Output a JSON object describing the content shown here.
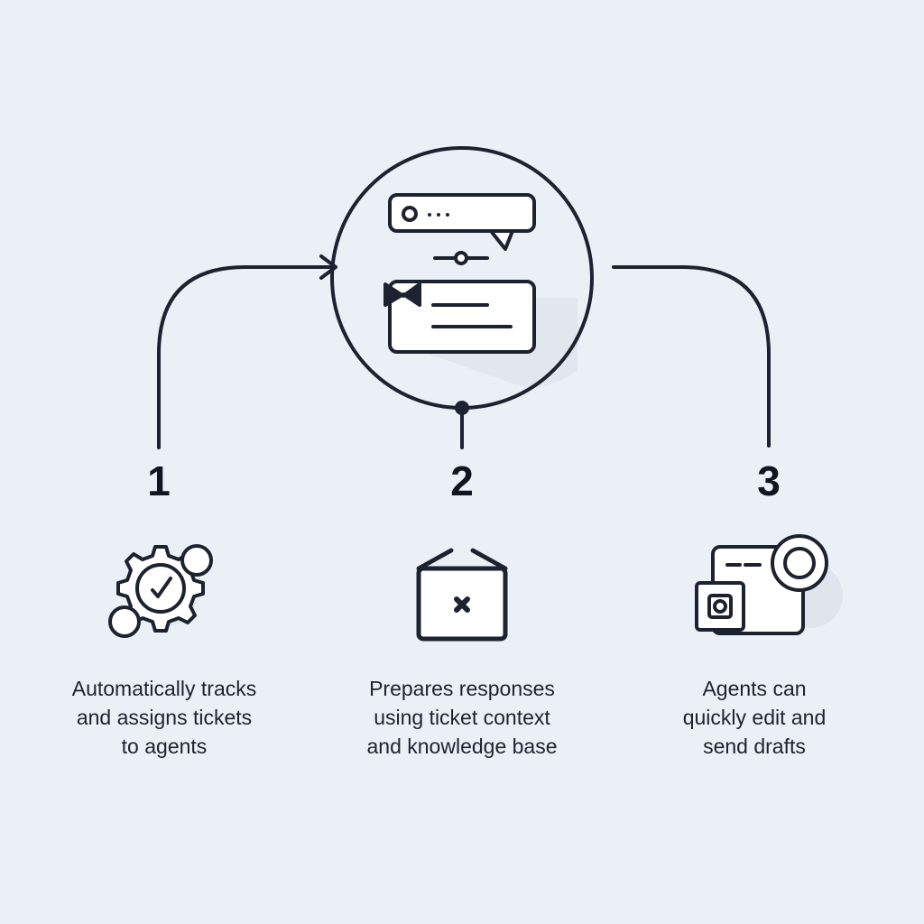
{
  "colors": {
    "background": "#ebeff6",
    "stroke": "#1d2230",
    "fill": "#ffffff",
    "shadow": "#d9dfea"
  },
  "steps": [
    {
      "number": "1",
      "icon": "gear-check-icon",
      "lines": [
        "Automatically tracks",
        "and assigns tickets",
        "to agents"
      ]
    },
    {
      "number": "2",
      "icon": "box-icon",
      "lines": [
        "Prepares responses",
        "using ticket context",
        "and knowledge base"
      ]
    },
    {
      "number": "3",
      "icon": "edit-draft-icon",
      "lines": [
        "Agents can",
        "quickly edit and",
        "send drafts"
      ]
    }
  ],
  "hub": {
    "icon": "message-draft-hub-icon"
  }
}
